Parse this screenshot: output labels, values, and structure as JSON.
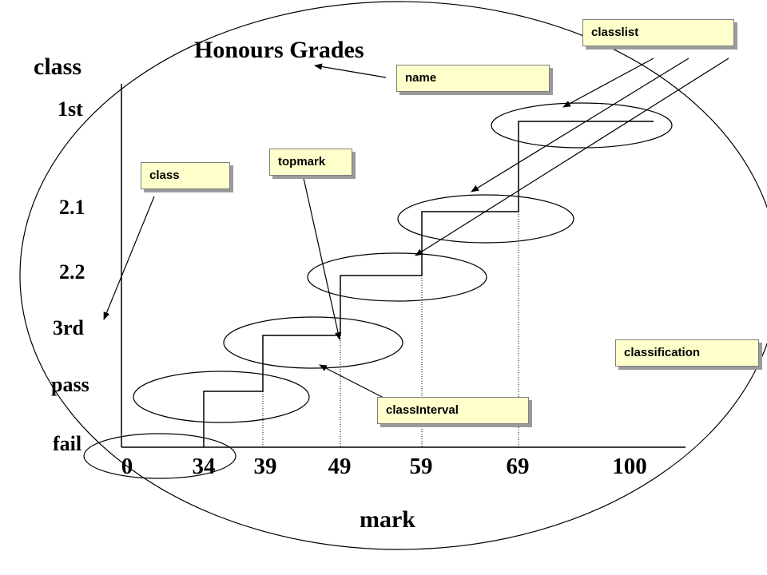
{
  "title": "Honours Grades",
  "y_axis_label": "class",
  "x_axis_label": "mark",
  "class_labels": [
    "1st",
    "2.1",
    "2.2",
    "3rd",
    "pass",
    "fail"
  ],
  "mark_ticks": [
    "0",
    "34",
    "39",
    "49",
    "59",
    "69",
    "100"
  ],
  "callouts": {
    "classlist": "classlist",
    "name": "name",
    "topmark": "topmark",
    "class": "class",
    "classification": "classification",
    "classInterval": "classInterval"
  },
  "colors": {
    "callout_fill": "#ffffcc",
    "callout_border": "#808080",
    "lines": "#000000"
  }
}
